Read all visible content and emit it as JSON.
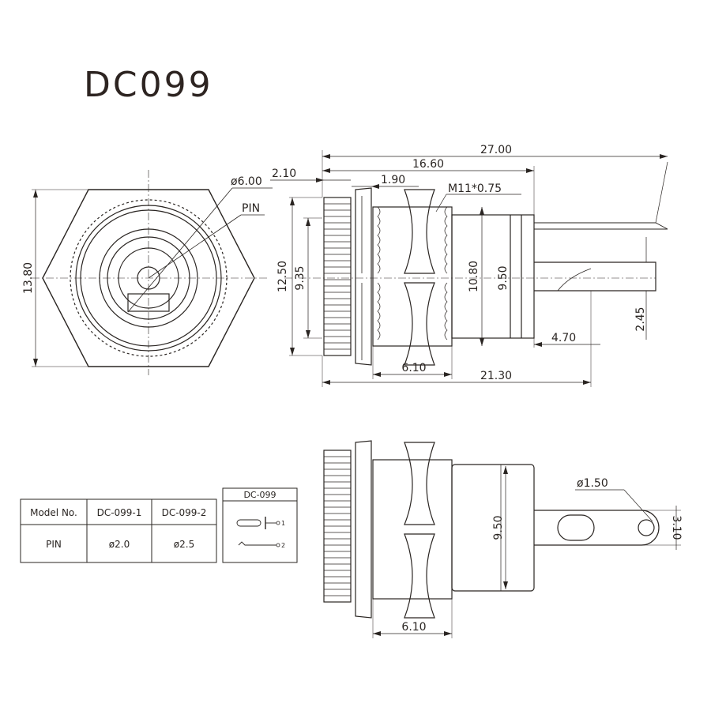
{
  "title": "DC099",
  "front_view": {
    "width_label": "13.80",
    "hole_label": "ø6.00",
    "pin_label": "PIN"
  },
  "side_view": {
    "overall_length": "27.00",
    "body_length": "16.60",
    "flange_thickness": "2.10",
    "nut_offset": "1.90",
    "thread": "M11*0.75",
    "flange_height": "12.50",
    "knurl_height": "9.35",
    "thread_height": "10.80",
    "body_height": "9.50",
    "terminal_length": "4.70",
    "terminal_offset": "2.45",
    "nut_width": "6.10",
    "length_to_terminal": "21.30"
  },
  "bottom_view": {
    "body_height": "9.50",
    "hole_dia": "ø1.50",
    "terminal_width": "3.10",
    "nut_width": "6.10"
  },
  "model_table": {
    "headers": [
      "Model No.",
      "DC-099-1",
      "DC-099-2"
    ],
    "row_label": "PIN",
    "row_values": [
      "ø2.0",
      "ø2.5"
    ]
  },
  "schematic": {
    "title": "DC-099",
    "pin1": "1",
    "pin2": "2"
  }
}
